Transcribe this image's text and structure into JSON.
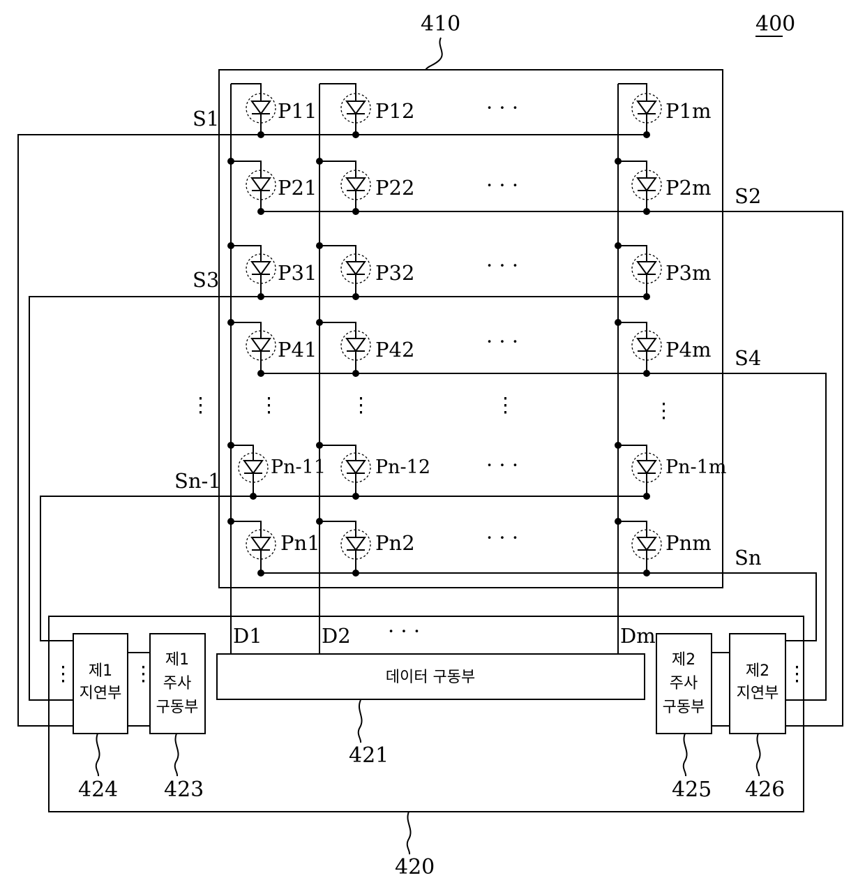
{
  "refs": {
    "device": "400",
    "panel": "410",
    "driver_board": "420",
    "data_driver": "421",
    "scan_driver_1": "423",
    "delay_1": "424",
    "scan_driver_2": "425",
    "delay_2": "426"
  },
  "scan_lines": [
    "S1",
    "S2",
    "S3",
    "S4",
    "Sn-1",
    "Sn"
  ],
  "data_lines": [
    "D1",
    "D2",
    "Dm"
  ],
  "pixels": [
    [
      "P11",
      "P12",
      "P1m"
    ],
    [
      "P21",
      "P22",
      "P2m"
    ],
    [
      "P31",
      "P32",
      "P3m"
    ],
    [
      "P41",
      "P42",
      "P4m"
    ],
    [
      "Pn-11",
      "Pn-12",
      "Pn-1m"
    ],
    [
      "Pn1",
      "Pn2",
      "Pnm"
    ]
  ],
  "blocks": {
    "data_driver": "데이터 구동부",
    "delay_1": [
      "제1",
      "지연부"
    ],
    "scan_driver_1": [
      "제1",
      "주사",
      "구동부"
    ],
    "scan_driver_2": [
      "제2",
      "주사",
      "구동부"
    ],
    "delay_2": [
      "제2",
      "지연부"
    ]
  },
  "ellipsis_h": "· · ·",
  "ellipsis_v": "⋮"
}
